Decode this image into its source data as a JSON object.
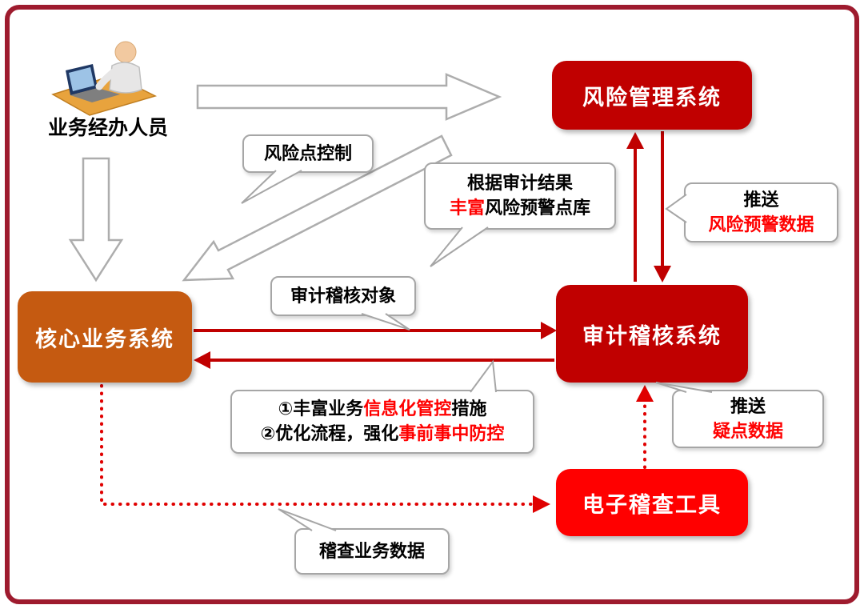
{
  "frame": {
    "border_color": "#9E1B2E"
  },
  "actor": {
    "label": "业务经办人员",
    "icon": "worker-at-computer-icon"
  },
  "nodes": {
    "risk_mgmt": {
      "label": "风险管理系统",
      "color": "#C00000"
    },
    "core_business": {
      "label": "核心业务系统",
      "color": "#C55A11"
    },
    "audit": {
      "label": "审计稽核系统",
      "color": "#C00000"
    },
    "e_tool": {
      "label": "电子稽查工具",
      "color": "#FF0000"
    }
  },
  "callouts": {
    "risk_point": {
      "text": "风险点控制"
    },
    "audit_result": {
      "line1": "根据审计结果",
      "line2_red": "丰富",
      "line2": "风险预警点库"
    },
    "push_warning": {
      "line1": "推送",
      "line2": "风险预警数据"
    },
    "audit_target": {
      "text": "审计稽核对象"
    },
    "measures": {
      "l1a": "①丰富业务",
      "l1b": "信息化管控",
      "l1c": "措施",
      "l2a": "②优化流程，强化",
      "l2b": "事前事中防控"
    },
    "push_doubt": {
      "line1": "推送",
      "line2": "疑点数据"
    },
    "inspect": {
      "text": "稽查业务数据"
    }
  },
  "colors": {
    "arrow_red": "#C00000",
    "dotted_red": "#E00000",
    "gray_arrow_stroke": "#ADADAD",
    "callout_border": "#A6A6A6",
    "text_red": "#FF0000"
  }
}
